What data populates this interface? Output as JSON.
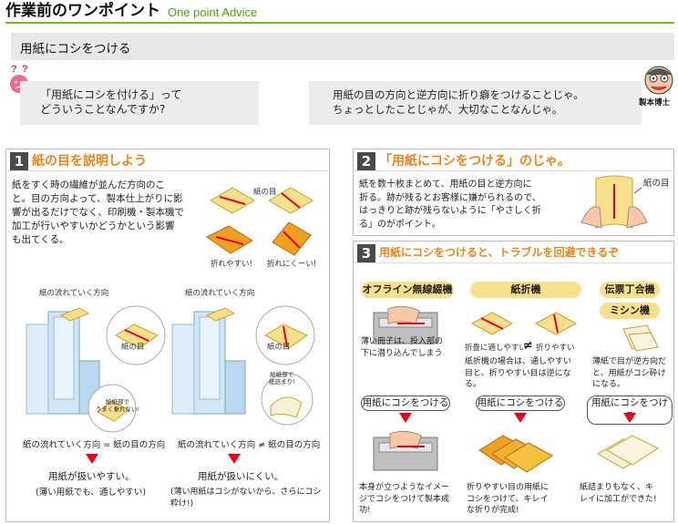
{
  "header": {
    "title_jp": "作業前のワンポイント",
    "title_en": "One point Advice"
  },
  "topic": "用紙にコシをつける",
  "question": {
    "line1": "「用紙にコシを付ける」って",
    "line2": "どういうことなんですか?"
  },
  "answer": {
    "line1": "用紙の目の方向と逆方向に折り癖をつけることじゃ。",
    "line2": "ちょっとしたことじゃが、大切なことなんじゃ。"
  },
  "doctor_label": "製本博士",
  "panel1": {
    "num": "1",
    "title": "紙の目を説明しよう",
    "text": [
      "紙をすく時の繊維が並んだ方向のこ",
      "と。目の方向よって、製本仕上がりに影",
      "響が出るだけでなく、印刷機・製本機で",
      "加工が行いやすいかどうかという影響",
      "も出てくる。"
    ],
    "grain_label": "紙の目",
    "fold_easy": "折れやすい!",
    "fold_hard": "折れにくーい!",
    "flow_left": "紙の流れていく方向",
    "flow_right": "紙の流れていく方向",
    "grain_left": "紙の目",
    "grain_right": "紙の目",
    "note_left": "給紙部で\nうまく乗れない!",
    "note_right": "給紙部で\n紙詰まり!",
    "rel_left": "紙の流れていく方向 = 紙の目の方向",
    "rel_right": "紙の流れていく方向 ≠ 紙の目の方向",
    "res_left1": "用紙が扱いやすい。",
    "res_left2": "(薄い用紙でも、通しやすい)",
    "res_right1": "用紙が扱いにくい。",
    "res_right2": "(薄い用紙はコシがないから、さらにコシ粋け!)"
  },
  "panel2": {
    "num": "2",
    "title": "「用紙にコシをつける」のじゃ。",
    "text": [
      "紙を数十枚まとめて、用紙の目と逆方向に",
      "折る。跡が残るとお客様に嫌がられるので、",
      "はっきりと跡が残らないように「やさしく折",
      "る」のがポイント。"
    ],
    "grain_label": "紙の目"
  },
  "panel3": {
    "num": "3",
    "title": "用紙にコシをつけると、トラブルを回避できるぞ",
    "tag1": "オフライン無線綴機",
    "tag2": "紙折機",
    "tag3": "伝票丁合機",
    "tag4": "ミシン機",
    "col1_text": [
      "薄い冊子は、投入部の",
      "下に潜り込んでしまう"
    ],
    "col2_cap_left": "折畳に適しやすい",
    "col2_cap_right": "折りやすい",
    "col2_ne": "≠",
    "col2_text": [
      "紙折機の場合は、通しやすい",
      "目と、折りやすい目は逆にな",
      "る。"
    ],
    "col3_text": [
      "薄紙で目が逆方向だ",
      "と、用紙がコシ砕け",
      "になる。"
    ],
    "pill": "用紙にコシをつける",
    "res1": [
      "本身が立つようなイメー",
      "ジでコシをつけて製本成",
      "功!"
    ],
    "res2": [
      "折りやすい目の用紙に",
      "コシをつけて、キレイ",
      "な折りが完成!"
    ],
    "res3": [
      "紙詰まりもなく、キ",
      "レイに加工ができた!"
    ]
  }
}
